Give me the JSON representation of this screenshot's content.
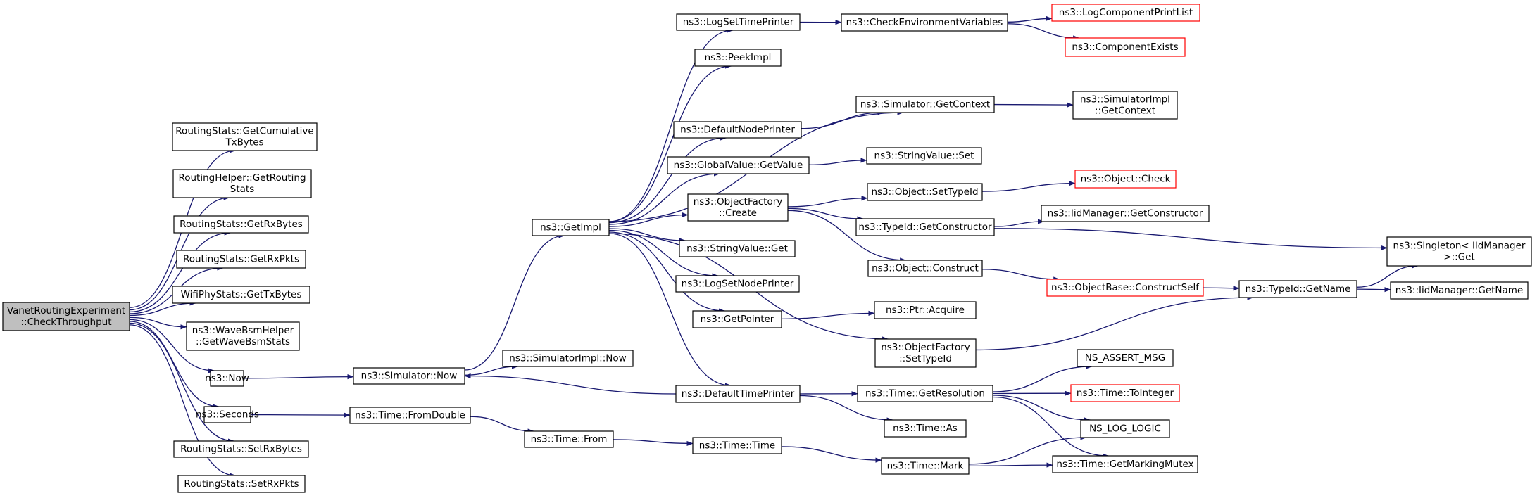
{
  "title": "",
  "colors": {
    "edge": "#191970",
    "normal_border": "#000000",
    "truncated_border": "#ff0000",
    "root_fill": "#bfbfbf",
    "node_fill": "#ffffff"
  },
  "nodes": [
    {
      "id": "vre_check",
      "lines": [
        "VanetRoutingExperiment",
        "::CheckThroughput"
      ],
      "style": "root"
    },
    {
      "id": "rs_cumtx",
      "lines": [
        "RoutingStats::GetCumulative",
        "TxBytes"
      ],
      "style": "normal"
    },
    {
      "id": "rh_getstats",
      "lines": [
        "RoutingHelper::GetRouting",
        "Stats"
      ],
      "style": "normal"
    },
    {
      "id": "rs_getrxbytes",
      "lines": [
        "RoutingStats::GetRxBytes"
      ],
      "style": "normal"
    },
    {
      "id": "rs_getrxpkts",
      "lines": [
        "RoutingStats::GetRxPkts"
      ],
      "style": "normal"
    },
    {
      "id": "wps_gettx",
      "lines": [
        "WifiPhyStats::GetTxBytes"
      ],
      "style": "normal"
    },
    {
      "id": "wbh_stats",
      "lines": [
        "ns3::WaveBsmHelper",
        "::GetWaveBsmStats"
      ],
      "style": "normal"
    },
    {
      "id": "ns3_now",
      "lines": [
        "ns3::Now"
      ],
      "style": "normal"
    },
    {
      "id": "ns3_seconds",
      "lines": [
        "ns3::Seconds"
      ],
      "style": "normal"
    },
    {
      "id": "rs_setrxbytes",
      "lines": [
        "RoutingStats::SetRxBytes"
      ],
      "style": "normal"
    },
    {
      "id": "rs_setrxpkts",
      "lines": [
        "RoutingStats::SetRxPkts"
      ],
      "style": "normal"
    },
    {
      "id": "sim_now",
      "lines": [
        "ns3::Simulator::Now"
      ],
      "style": "normal"
    },
    {
      "id": "time_fromdouble",
      "lines": [
        "ns3::Time::FromDouble"
      ],
      "style": "normal"
    },
    {
      "id": "getimpl",
      "lines": [
        "ns3::GetImpl"
      ],
      "style": "normal"
    },
    {
      "id": "simimpl_now",
      "lines": [
        "ns3::SimulatorImpl::Now"
      ],
      "style": "normal"
    },
    {
      "id": "time_from",
      "lines": [
        "ns3::Time::From"
      ],
      "style": "normal"
    },
    {
      "id": "logsettimeprinter",
      "lines": [
        "ns3::LogSetTimePrinter"
      ],
      "style": "normal"
    },
    {
      "id": "peekimpl",
      "lines": [
        "ns3::PeekImpl"
      ],
      "style": "normal"
    },
    {
      "id": "defaultnodeprinter",
      "lines": [
        "ns3::DefaultNodePrinter"
      ],
      "style": "normal"
    },
    {
      "id": "gv_getvalue",
      "lines": [
        "ns3::GlobalValue::GetValue"
      ],
      "style": "normal"
    },
    {
      "id": "of_create",
      "lines": [
        "ns3::ObjectFactory",
        "::Create"
      ],
      "style": "normal"
    },
    {
      "id": "sv_get",
      "lines": [
        "ns3::StringValue::Get"
      ],
      "style": "normal"
    },
    {
      "id": "logsetnodeprinter",
      "lines": [
        "ns3::LogSetNodePrinter"
      ],
      "style": "normal"
    },
    {
      "id": "getpointer",
      "lines": [
        "ns3::GetPointer"
      ],
      "style": "normal"
    },
    {
      "id": "defaulttimeprinter",
      "lines": [
        "ns3::DefaultTimePrinter"
      ],
      "style": "normal"
    },
    {
      "id": "time_time",
      "lines": [
        "ns3::Time::Time"
      ],
      "style": "normal"
    },
    {
      "id": "checkenv",
      "lines": [
        "ns3::CheckEnvironmentVariables"
      ],
      "style": "normal"
    },
    {
      "id": "sim_getcontext",
      "lines": [
        "ns3::Simulator::GetContext"
      ],
      "style": "normal"
    },
    {
      "id": "sv_set",
      "lines": [
        "ns3::StringValue::Set"
      ],
      "style": "normal"
    },
    {
      "id": "obj_settypeid",
      "lines": [
        "ns3::Object::SetTypeId"
      ],
      "style": "normal"
    },
    {
      "id": "typeid_getctor",
      "lines": [
        "ns3::TypeId::GetConstructor"
      ],
      "style": "normal"
    },
    {
      "id": "obj_construct",
      "lines": [
        "ns3::Object::Construct"
      ],
      "style": "normal"
    },
    {
      "id": "ptr_acquire",
      "lines": [
        "ns3::Ptr::Acquire"
      ],
      "style": "normal"
    },
    {
      "id": "of_settypeid",
      "lines": [
        "ns3::ObjectFactory",
        "::SetTypeId"
      ],
      "style": "normal"
    },
    {
      "id": "time_getres",
      "lines": [
        "ns3::Time::GetResolution"
      ],
      "style": "normal"
    },
    {
      "id": "time_as",
      "lines": [
        "ns3::Time::As"
      ],
      "style": "normal"
    },
    {
      "id": "time_mark",
      "lines": [
        "ns3::Time::Mark"
      ],
      "style": "normal"
    },
    {
      "id": "logcompprintlist",
      "lines": [
        "ns3::LogComponentPrintList"
      ],
      "style": "truncated"
    },
    {
      "id": "componentexists",
      "lines": [
        "ns3::ComponentExists"
      ],
      "style": "truncated"
    },
    {
      "id": "simimpl_getcontext",
      "lines": [
        "ns3::SimulatorImpl",
        "::GetContext"
      ],
      "style": "normal"
    },
    {
      "id": "obj_check",
      "lines": [
        "ns3::Object::Check"
      ],
      "style": "truncated"
    },
    {
      "id": "iid_getctor",
      "lines": [
        "ns3::IidManager::GetConstructor"
      ],
      "style": "normal"
    },
    {
      "id": "objbase_constructself",
      "lines": [
        "ns3::ObjectBase::ConstructSelf"
      ],
      "style": "truncated"
    },
    {
      "id": "typeid_getname",
      "lines": [
        "ns3::TypeId::GetName"
      ],
      "style": "normal"
    },
    {
      "id": "ns_assert_msg",
      "lines": [
        "NS_ASSERT_MSG"
      ],
      "style": "normal"
    },
    {
      "id": "time_tointeger",
      "lines": [
        "ns3::Time::ToInteger"
      ],
      "style": "truncated"
    },
    {
      "id": "ns_log_logic",
      "lines": [
        "NS_LOG_LOGIC"
      ],
      "style": "normal"
    },
    {
      "id": "time_getmarkingmutex",
      "lines": [
        "ns3::Time::GetMarkingMutex"
      ],
      "style": "normal"
    },
    {
      "id": "singleton_get",
      "lines": [
        "ns3::Singleton< IidManager",
        " >::Get"
      ],
      "style": "normal"
    },
    {
      "id": "iid_getname",
      "lines": [
        "ns3::IidManager::GetName"
      ],
      "style": "normal"
    }
  ],
  "edges": [
    [
      "vre_check",
      "rs_cumtx"
    ],
    [
      "vre_check",
      "rh_getstats"
    ],
    [
      "vre_check",
      "rs_getrxbytes"
    ],
    [
      "vre_check",
      "rs_getrxpkts"
    ],
    [
      "vre_check",
      "wps_gettx"
    ],
    [
      "vre_check",
      "wbh_stats"
    ],
    [
      "vre_check",
      "ns3_now"
    ],
    [
      "vre_check",
      "ns3_seconds"
    ],
    [
      "vre_check",
      "rs_setrxbytes"
    ],
    [
      "vre_check",
      "rs_setrxpkts"
    ],
    [
      "ns3_now",
      "sim_now"
    ],
    [
      "ns3_seconds",
      "time_fromdouble"
    ],
    [
      "sim_now",
      "getimpl"
    ],
    [
      "sim_now",
      "simimpl_now"
    ],
    [
      "time_fromdouble",
      "time_from"
    ],
    [
      "time_from",
      "time_time"
    ],
    [
      "time_time",
      "time_mark"
    ],
    [
      "getimpl",
      "logsettimeprinter"
    ],
    [
      "getimpl",
      "peekimpl"
    ],
    [
      "getimpl",
      "sim_getcontext"
    ],
    [
      "getimpl",
      "defaultnodeprinter"
    ],
    [
      "getimpl",
      "gv_getvalue"
    ],
    [
      "getimpl",
      "of_create"
    ],
    [
      "getimpl",
      "sv_get"
    ],
    [
      "getimpl",
      "logsetnodeprinter"
    ],
    [
      "getimpl",
      "getpointer"
    ],
    [
      "getimpl",
      "of_settypeid"
    ],
    [
      "getimpl",
      "defaulttimeprinter"
    ],
    [
      "defaulttimeprinter",
      "sim_now"
    ],
    [
      "defaulttimeprinter",
      "time_getres"
    ],
    [
      "defaulttimeprinter",
      "time_as"
    ],
    [
      "logsettimeprinter",
      "checkenv"
    ],
    [
      "checkenv",
      "logcompprintlist"
    ],
    [
      "checkenv",
      "componentexists"
    ],
    [
      "defaultnodeprinter",
      "sim_getcontext"
    ],
    [
      "sim_getcontext",
      "simimpl_getcontext"
    ],
    [
      "gv_getvalue",
      "sv_set"
    ],
    [
      "of_create",
      "obj_settypeid"
    ],
    [
      "of_create",
      "typeid_getctor"
    ],
    [
      "of_create",
      "obj_construct"
    ],
    [
      "obj_settypeid",
      "obj_check"
    ],
    [
      "typeid_getctor",
      "iid_getctor"
    ],
    [
      "typeid_getctor",
      "singleton_get"
    ],
    [
      "obj_construct",
      "objbase_constructself"
    ],
    [
      "objbase_constructself",
      "typeid_getname"
    ],
    [
      "getpointer",
      "ptr_acquire"
    ],
    [
      "of_settypeid",
      "typeid_getname"
    ],
    [
      "typeid_getname",
      "singleton_get"
    ],
    [
      "typeid_getname",
      "iid_getname"
    ],
    [
      "time_getres",
      "ns_assert_msg"
    ],
    [
      "time_getres",
      "time_tointeger"
    ],
    [
      "time_getres",
      "ns_log_logic"
    ],
    [
      "time_getres",
      "time_getmarkingmutex"
    ],
    [
      "time_mark",
      "ns_log_logic"
    ],
    [
      "time_mark",
      "time_getmarkingmutex"
    ]
  ]
}
